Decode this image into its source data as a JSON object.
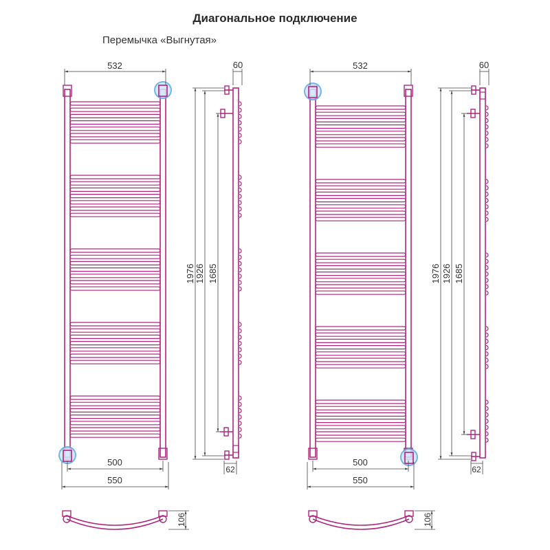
{
  "title": "Диагональное подключение",
  "subtitle": "Перемычка «Выгнутая»",
  "colors": {
    "frame": "#b0247f",
    "frame_light": "#e8b4d6",
    "dimension": "#444444",
    "connection": "#5aa9e6"
  },
  "left_view": {
    "top_width": "532",
    "bottom_inner_width": "500",
    "bottom_outer_width": "550",
    "side_depth": "60",
    "side_offset": "62",
    "heights": [
      "1976",
      "1926",
      "1685"
    ],
    "plan_depth": "106",
    "connection_points": [
      "top-right",
      "bottom-left"
    ]
  },
  "right_view": {
    "top_width": "532",
    "bottom_inner_width": "500",
    "bottom_outer_width": "550",
    "side_depth": "60",
    "side_offset": "62",
    "heights": [
      "1976",
      "1926",
      "1685"
    ],
    "plan_depth": "106",
    "connection_points": [
      "top-left",
      "bottom-right"
    ]
  }
}
